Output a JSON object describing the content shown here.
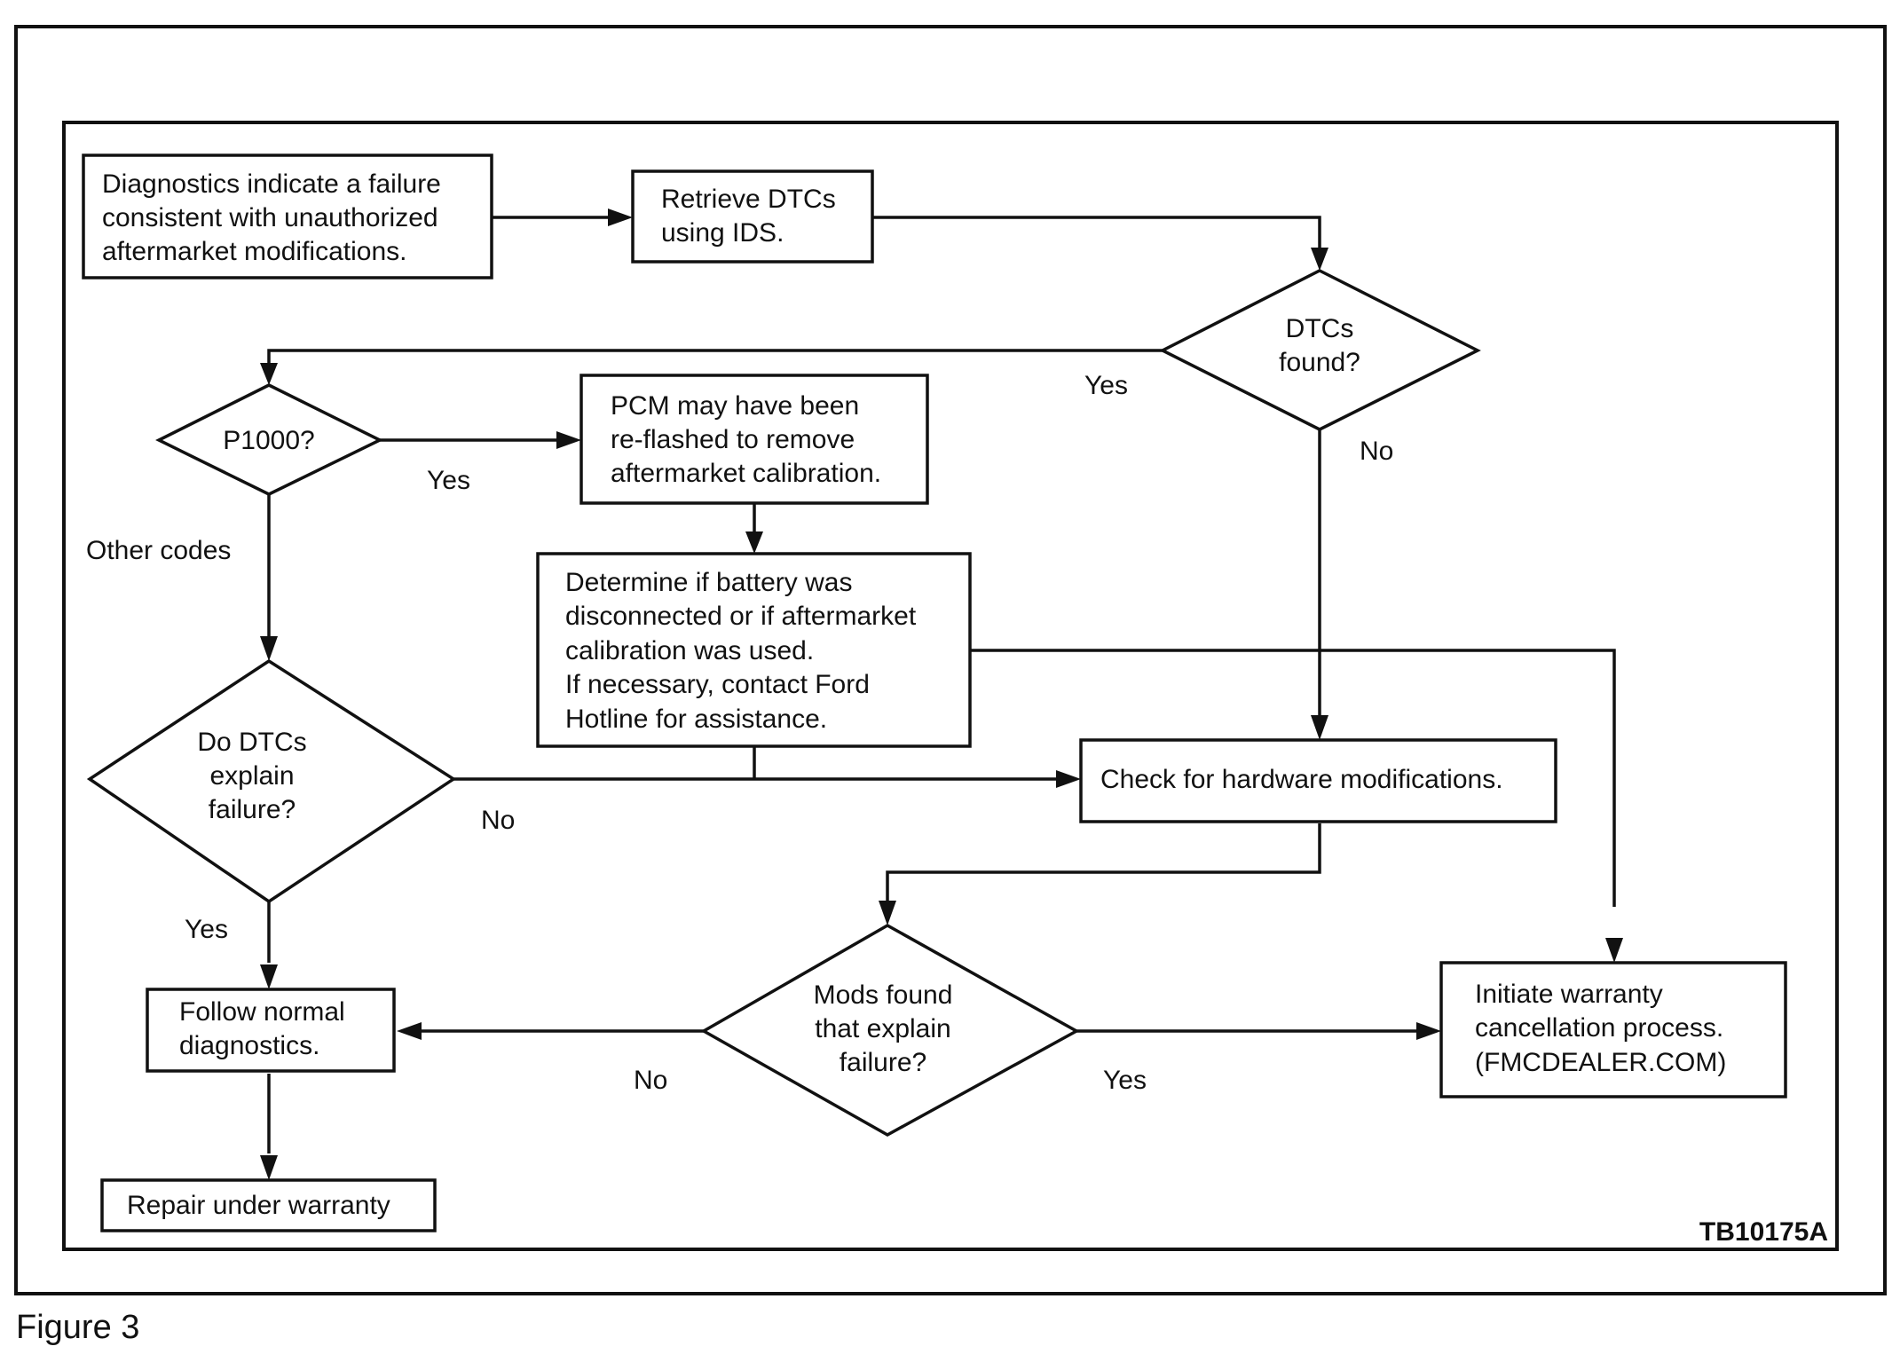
{
  "nodes": {
    "start": {
      "lines": [
        "Diagnostics indicate a failure",
        "consistent with unauthorized",
        "aftermarket modifications."
      ]
    },
    "retrieve": {
      "lines": [
        "Retrieve DTCs",
        "using IDS."
      ]
    },
    "dtcs_found": {
      "lines": [
        "DTCs",
        "found?"
      ]
    },
    "p1000": {
      "lines": [
        "P1000?"
      ]
    },
    "pcm": {
      "lines": [
        "PCM may have been",
        "re-flashed to remove",
        "aftermarket calibration."
      ]
    },
    "determine": {
      "lines": [
        "Determine if battery was",
        "disconnected or if aftermarket",
        "calibration was used.",
        "If necessary, contact Ford",
        "Hotline for assistance."
      ]
    },
    "do_dtcs": {
      "lines": [
        "Do DTCs",
        "explain",
        "failure?"
      ]
    },
    "check_hw": {
      "lines": [
        "Check for hardware modifications."
      ]
    },
    "mods": {
      "lines": [
        "Mods found",
        "that explain",
        "failure?"
      ]
    },
    "follow": {
      "lines": [
        "Follow normal",
        "diagnostics."
      ]
    },
    "repair": {
      "lines": [
        "Repair under warranty"
      ]
    },
    "initiate": {
      "lines": [
        "Initiate warranty",
        "cancellation process.",
        "(FMCDEALER.COM)"
      ]
    }
  },
  "edges": {
    "dtcs_yes": "Yes",
    "dtcs_no": "No",
    "p1000_yes": "Yes",
    "p1000_other": "Other codes",
    "do_dtcs_no": "No",
    "do_dtcs_yes": "Yes",
    "mods_no": "No",
    "mods_yes": "Yes"
  },
  "figure_code": "TB10175A",
  "caption": "Figure 3"
}
